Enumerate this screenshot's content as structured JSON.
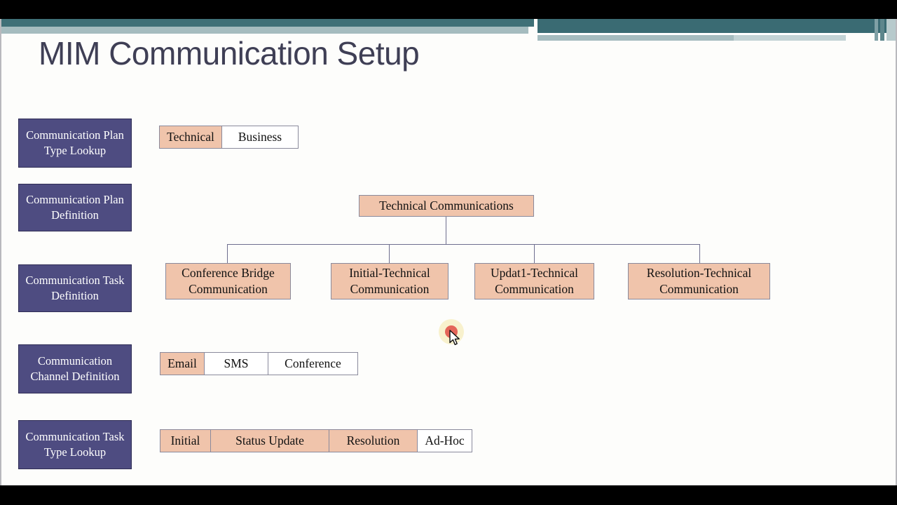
{
  "slide": {
    "title": "MIM Communication Setup",
    "background_color": "#fdfdfb",
    "accent_color": "#3f7077",
    "sidebar_color": "#4e4c81",
    "node_fill_color": "#f0c4ab",
    "node_border_color": "#8a8a9c",
    "title_color": "#3f3f55"
  },
  "sidebar": {
    "items": [
      {
        "label": "Communication Plan Type Lookup"
      },
      {
        "label": "Communication Plan Definition"
      },
      {
        "label": "Communication Task Definition"
      },
      {
        "label": "Communication Channel Definition"
      },
      {
        "label": "Communication Task Type Lookup"
      }
    ]
  },
  "plan_type_row": {
    "items": [
      {
        "label": "Technical",
        "selected": true
      },
      {
        "label": "Business",
        "selected": false
      }
    ]
  },
  "plan_tree": {
    "root": {
      "label": "Technical Communications"
    },
    "children": [
      {
        "label": "Conference Bridge Communication"
      },
      {
        "label": "Initial-Technical Communication"
      },
      {
        "label": "Updat1-Technical Communication"
      },
      {
        "label": "Resolution-Technical Communication"
      }
    ]
  },
  "channel_row": {
    "items": [
      {
        "label": "Email",
        "selected": true
      },
      {
        "label": "SMS",
        "selected": false
      },
      {
        "label": "Conference",
        "selected": false
      }
    ]
  },
  "task_type_row": {
    "items": [
      {
        "label": "Initial",
        "selected": true
      },
      {
        "label": "Status Update",
        "selected": true
      },
      {
        "label": "Resolution",
        "selected": true
      },
      {
        "label": "Ad-Hoc",
        "selected": false
      }
    ]
  },
  "pointer": {
    "click_indicator": "click-ripple",
    "cursor": "arrow-cursor",
    "halo_color": "#f7eec4",
    "dot_color": "#e2594f"
  }
}
